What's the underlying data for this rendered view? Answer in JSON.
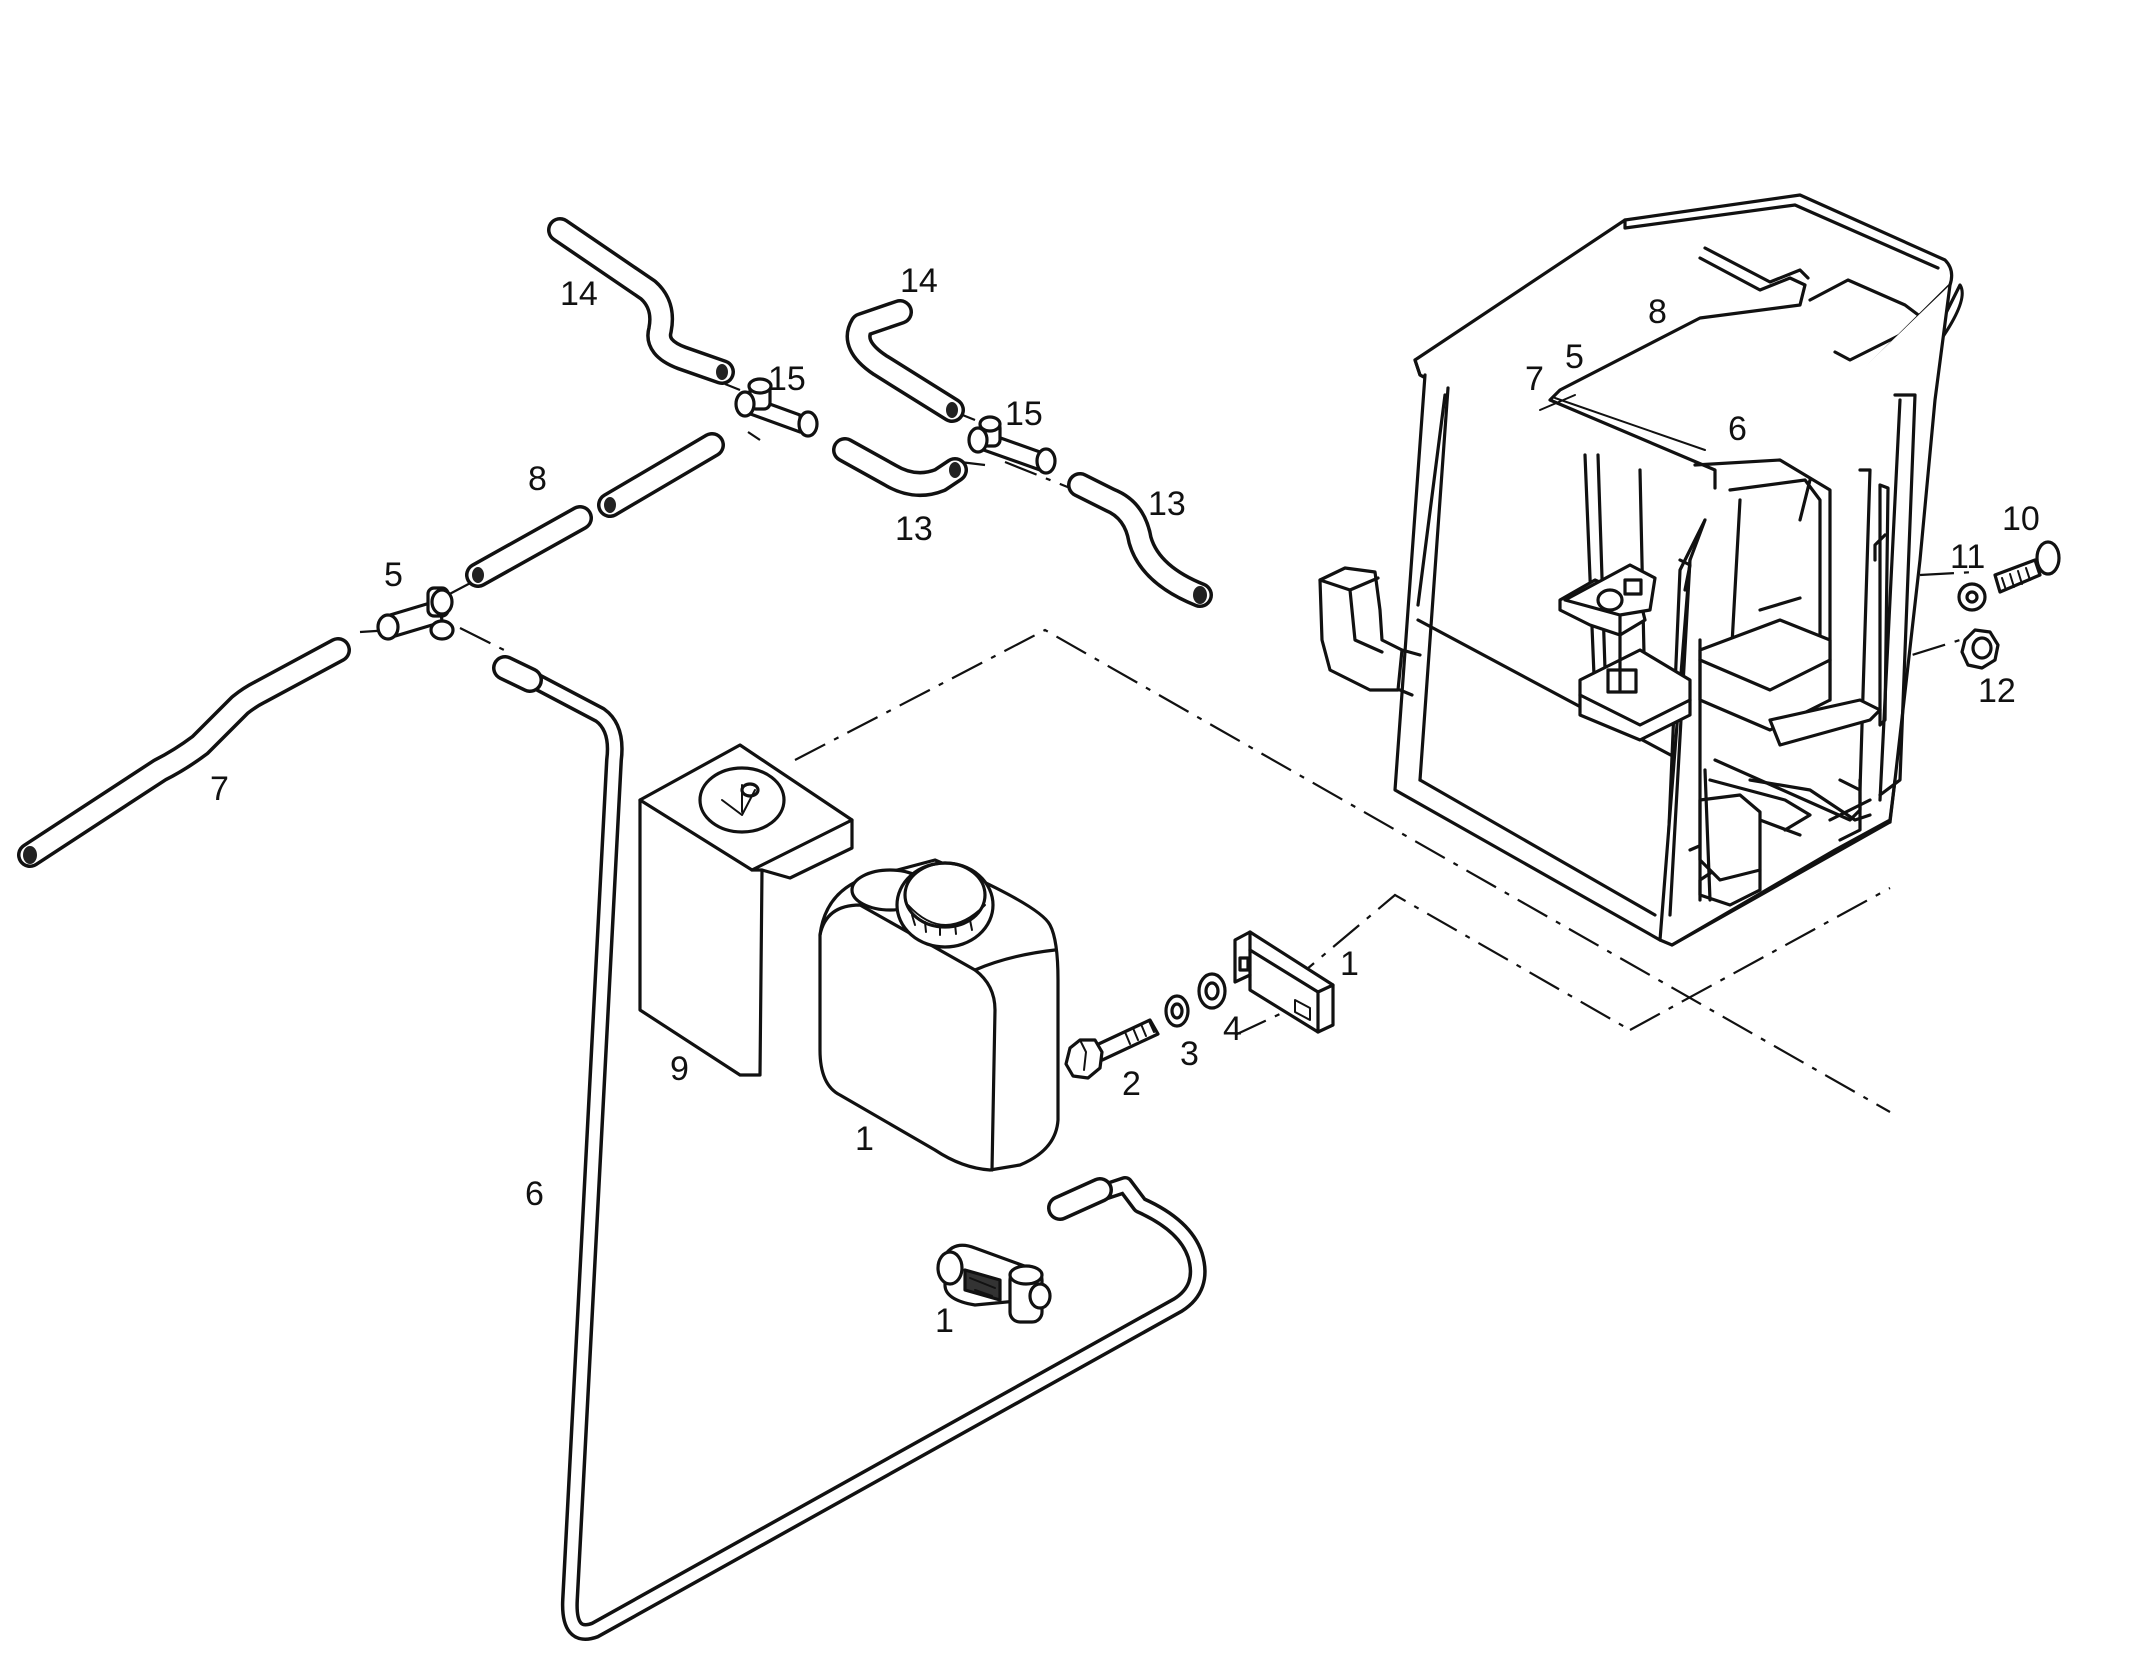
{
  "labels": {
    "hose_14_left": "14",
    "hose_14_right": "14",
    "tee_15_left": "15",
    "tee_15_right": "15",
    "hose_13_left": "13",
    "hose_13_right": "13",
    "hose_8": "8",
    "tee_5": "5",
    "hose_7": "7",
    "hose_6": "6",
    "cover_9": "9",
    "reservoir_1": "1",
    "pump_1": "1",
    "bracket_1": "1",
    "bolt_2": "2",
    "washer_3": "3",
    "washer_4": "4",
    "screw_10": "10",
    "washer_11": "11",
    "nut_12": "12",
    "cab_7": "7",
    "cab_5": "5",
    "cab_8": "8",
    "cab_6": "6"
  }
}
